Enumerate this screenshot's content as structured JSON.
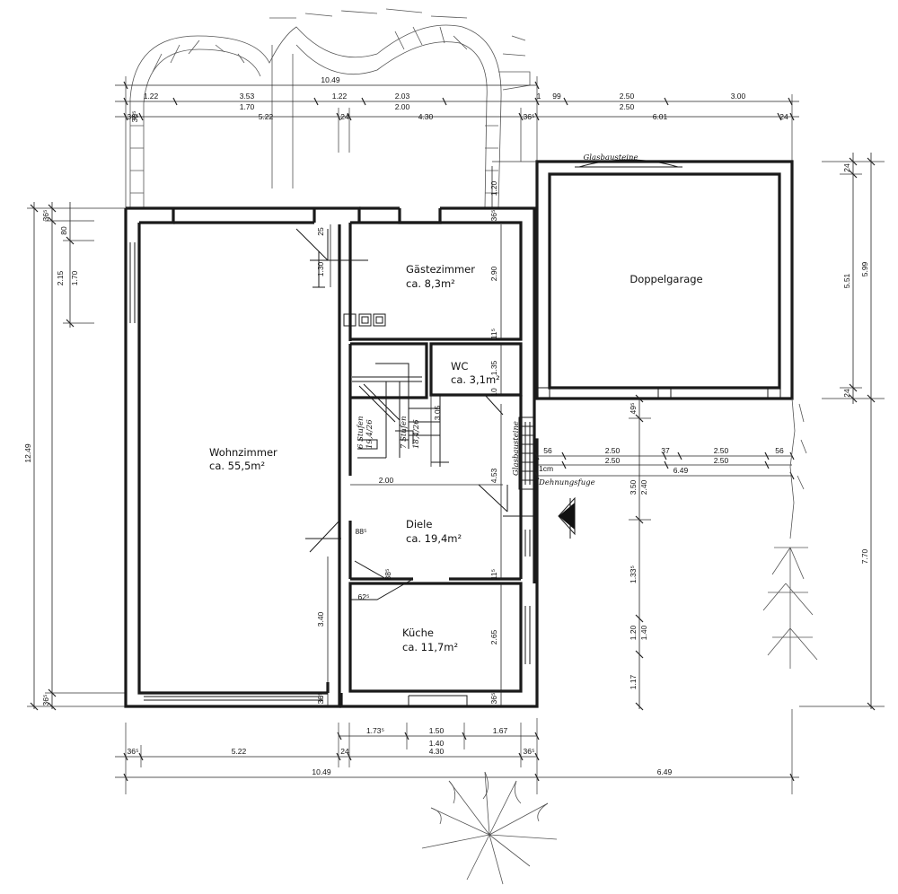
{
  "rooms": {
    "wohnzimmer": {
      "name": "Wohnzimmer",
      "area": "ca. 55,5m²"
    },
    "gaestezimmer": {
      "name": "Gästezimmer",
      "area": "ca. 8,3m²"
    },
    "wc": {
      "name": "WC",
      "area": "ca. 3,1m²"
    },
    "diele": {
      "name": "Diele",
      "area": "ca. 19,4m²"
    },
    "kueche": {
      "name": "Küche",
      "area": "ca. 11,7m²"
    },
    "garage": {
      "name": "Doppelgarage"
    }
  },
  "notes": {
    "glasbausteine_top": "Glasbausteine",
    "glasbausteine_side": "Glasbausteine",
    "dehnungsfuge": "Dehnungsfuge",
    "one_cm": "1cm",
    "stairs_left": "6 Stufen",
    "stairs_left_ratio": "19,4/26",
    "stairs_right": "7 Stufen",
    "stairs_right_ratio": "18,4/26"
  },
  "dims_top": {
    "total": "10.49",
    "row1": [
      "1.22",
      "3.53",
      "1.22",
      "2.03",
      "1",
      "99",
      "2.50",
      "3.00"
    ],
    "row2": [
      "1.70",
      "2.00",
      "2.50"
    ],
    "row3": [
      "36⁵",
      "5.22",
      "24",
      "4.30",
      "36⁵",
      "6.01",
      "24"
    ]
  },
  "dims_bottom": {
    "row1": [
      "1.73⁵",
      "1.50",
      "1.67"
    ],
    "row2": [
      "36⁵",
      "5.22",
      "24",
      "1.40",
      "4.30",
      "36⁵"
    ],
    "row3": [
      "10.49",
      "6.49"
    ]
  },
  "dims_left": [
    "12.49",
    "36⁵",
    "80",
    "2.15",
    "1.70",
    "36⁵"
  ],
  "dims_right": [
    "24",
    "5.51",
    "5.99",
    "24",
    "7.70"
  ],
  "dims_garage_front": {
    "row1": [
      "56",
      "2.50",
      "37",
      "2.50",
      "56"
    ],
    "row2": [
      "2.50",
      "2.50"
    ],
    "total": "6.49"
  },
  "dims_vertical_yard": [
    "49⁵",
    "3.50",
    "2.40",
    "1.33⁵",
    "1.20",
    "1.40",
    "1.17"
  ],
  "dims_interior": {
    "wohn_130": "1.30",
    "wohn_25": "25",
    "gast_290": "2.90",
    "gast_365": "36⁵",
    "wc_135": "1.35",
    "wc_10": "10",
    "gast_115": "11⁵",
    "stairs_305": "3.05",
    "diele_200": "2.00",
    "diele_453": "4.53",
    "diele_885": "88⁵",
    "diele_885b": "88⁵",
    "diele_115": "11⁵",
    "kueche_625": "62⁵",
    "kueche_265": "2.65",
    "kueche_365": "36⁵",
    "wohn_340": "3.40",
    "wohn_365": "36⁵",
    "left_365": "36⁵",
    "glas_120": "1.20"
  }
}
